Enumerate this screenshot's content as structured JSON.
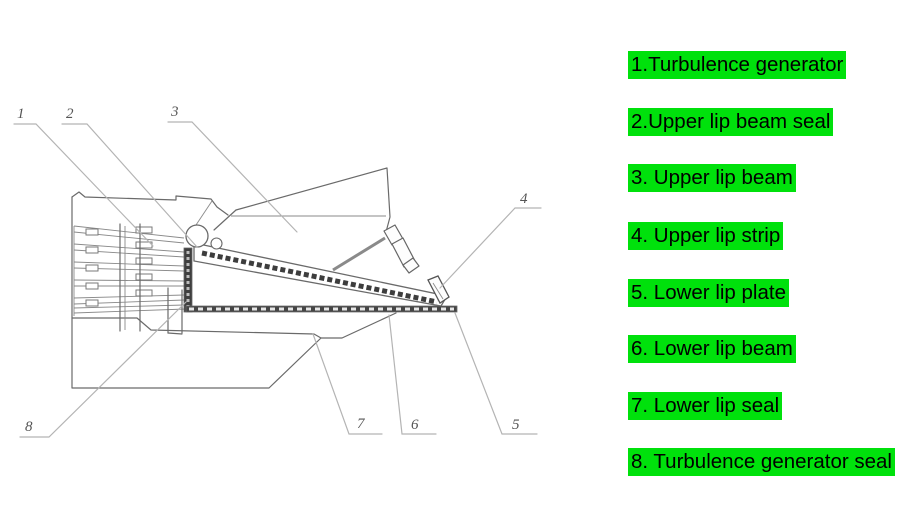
{
  "legend": {
    "highlight_color": "#00e10c",
    "text_color": "#000000",
    "items": [
      {
        "text": "1.Turbulence generator"
      },
      {
        "text": "2.Upper lip beam seal"
      },
      {
        "text": "3. Upper lip beam"
      },
      {
        "text": "4. Upper lip strip"
      },
      {
        "text": "5. Lower lip plate"
      },
      {
        "text": "6. Lower lip beam"
      },
      {
        "text": "7. Lower lip seal"
      },
      {
        "text": "8. Turbulence generator seal"
      }
    ]
  },
  "drawing": {
    "type": "technical-cross-section",
    "line_color": "#6a6a6a",
    "leader_color": "#b4b4b4",
    "callouts": [
      {
        "label": "1"
      },
      {
        "label": "2"
      },
      {
        "label": "3"
      },
      {
        "label": "4"
      },
      {
        "label": "5"
      },
      {
        "label": "6"
      },
      {
        "label": "7"
      },
      {
        "label": "8"
      }
    ]
  }
}
